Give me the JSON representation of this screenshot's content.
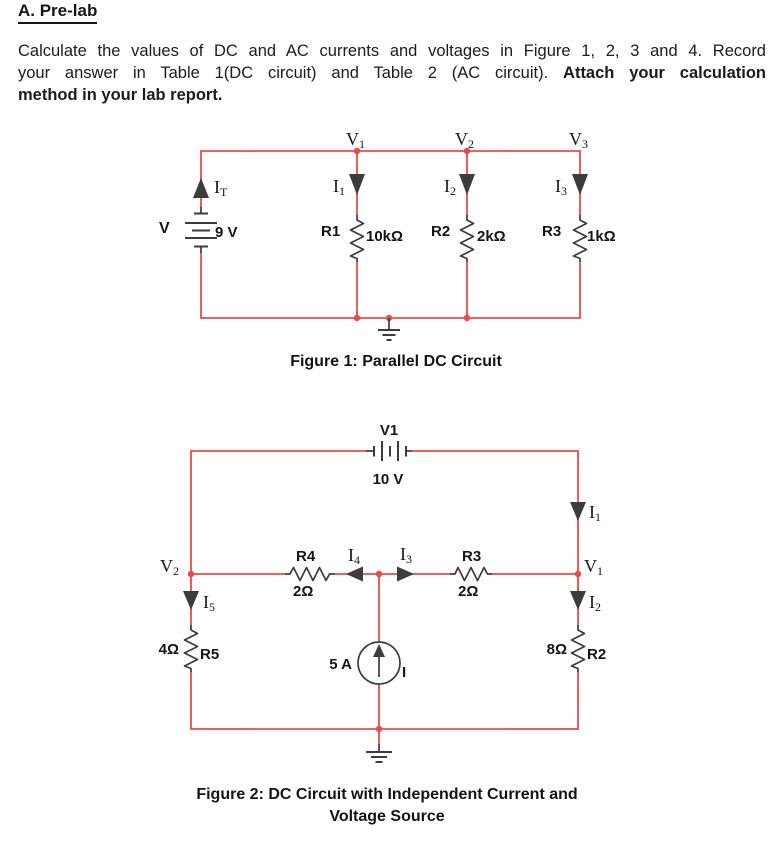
{
  "colors": {
    "wire": "#e84c48",
    "component": "#3c3c3c",
    "ink": "#161616"
  },
  "header": {
    "title": "A. Pre-lab"
  },
  "intro": {
    "line1": "Calculate the values of DC and AC currents and voltages in Figure 1, 2, 3 and 4. Record",
    "line2_normal": "your answer in Table 1(DC circuit) and Table 2 (AC circuit).",
    "line2_bold": "Attach your calculation",
    "line3_bold": "method in your lab report."
  },
  "figure1": {
    "caption": "Figure 1: Parallel DC Circuit",
    "source": {
      "label": "V",
      "value": "9 V"
    },
    "nodes": {
      "v1": {
        "main": "V",
        "sub": "1"
      },
      "v2": {
        "main": "V",
        "sub": "2"
      },
      "v3": {
        "main": "V",
        "sub": "3"
      }
    },
    "currents": {
      "it": {
        "main": "I",
        "sub": "T"
      },
      "i1": {
        "main": "I",
        "sub": "1"
      },
      "i2": {
        "main": "I",
        "sub": "2"
      },
      "i3": {
        "main": "I",
        "sub": "3"
      }
    },
    "resistors": {
      "r1": {
        "name": "R1",
        "value": "10kΩ"
      },
      "r2": {
        "name": "R2",
        "value": "2kΩ"
      },
      "r3": {
        "name": "R3",
        "value": "1kΩ"
      }
    }
  },
  "figure2": {
    "caption_line1": "Figure 2: DC Circuit with Independent Current and",
    "caption_line2": "Voltage Source",
    "voltage_source": {
      "name": "V1",
      "value": "10 V"
    },
    "current_source": {
      "value": "5 A",
      "label": "I"
    },
    "nodes": {
      "v2": {
        "main": "V",
        "sub": "2"
      },
      "v1": {
        "main": "V",
        "sub": "1"
      }
    },
    "currents": {
      "i1": {
        "main": "I",
        "sub": "1"
      },
      "i2": {
        "main": "I",
        "sub": "2"
      },
      "i3": {
        "main": "I",
        "sub": "3"
      },
      "i4": {
        "main": "I",
        "sub": "4"
      },
      "i5": {
        "main": "I",
        "sub": "5"
      }
    },
    "resistors": {
      "r4": {
        "name": "R4",
        "value": "2Ω"
      },
      "r3": {
        "name": "R3",
        "value": "2Ω"
      },
      "r5": {
        "name": "R5",
        "value": "4Ω"
      },
      "r2": {
        "name": "R2",
        "value": "8Ω"
      }
    }
  }
}
